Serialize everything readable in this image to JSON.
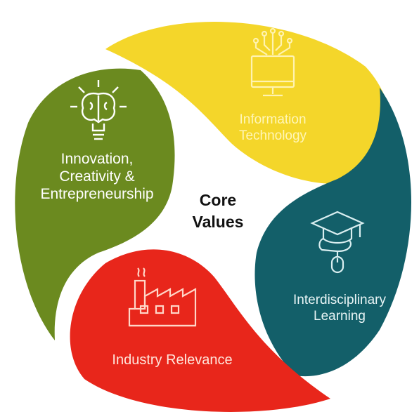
{
  "center": {
    "line1": "Core",
    "line2": "Values"
  },
  "segments": [
    {
      "id": "information-technology",
      "color": "#f4d62a",
      "line1": "Information",
      "line2": "Technology",
      "icon": "computer-circuit-icon"
    },
    {
      "id": "interdisciplinary-learning",
      "color": "#135f69",
      "line1": "Interdisciplinary",
      "line2": "Learning",
      "icon": "graduation-cap-mouse-icon"
    },
    {
      "id": "industry-relevance",
      "color": "#e8261b",
      "line1": "Industry Relevance",
      "icon": "factory-icon"
    },
    {
      "id": "innovation",
      "color": "#6b8a1f",
      "line1": "Innovation,",
      "line2": "Creativity &",
      "line3": "Entrepreneurship",
      "icon": "lightbulb-brain-icon"
    }
  ]
}
